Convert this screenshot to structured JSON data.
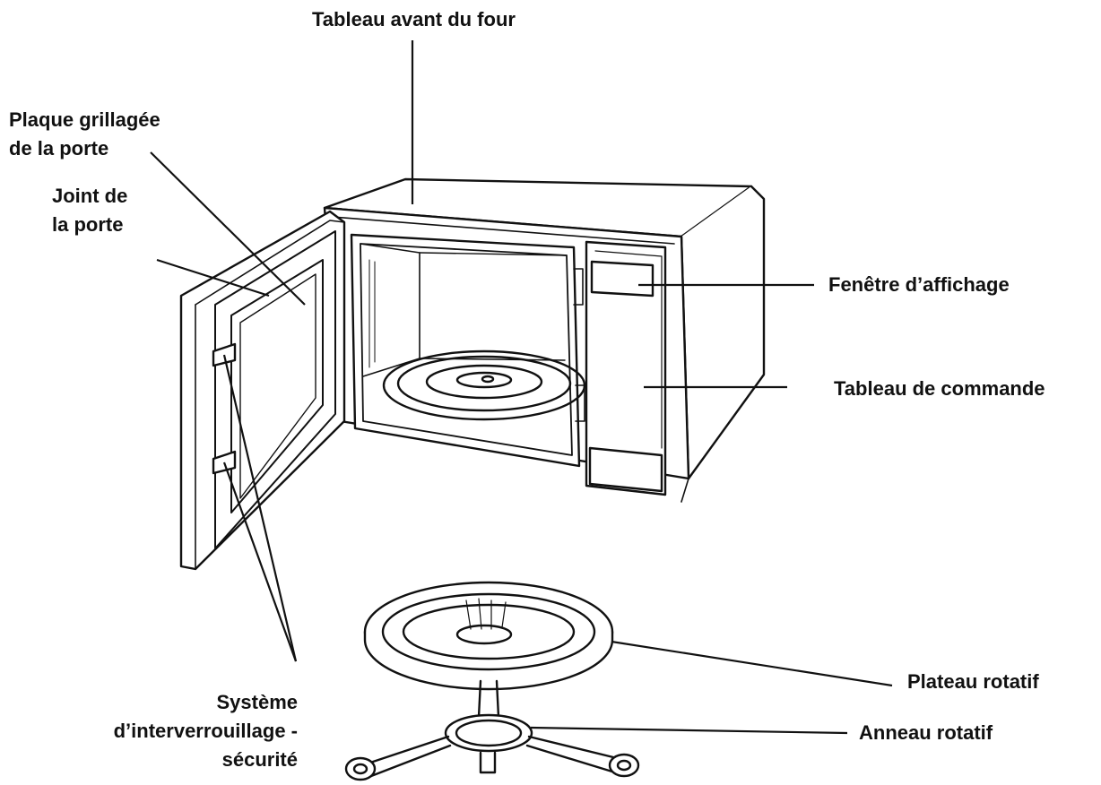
{
  "labels": {
    "front_panel": "Tableau avant du four",
    "door_screen": [
      "Plaque grillagée",
      "de la porte"
    ],
    "door_seal": [
      "Joint de",
      "la porte"
    ],
    "display_window": "Fenêtre d’affichage",
    "control_panel": "Tableau de commande",
    "turntable": "Plateau rotatif",
    "roller_ring": "Anneau rotatif",
    "interlock": [
      "Système",
      "d’interverrouillage -",
      "sécurité"
    ]
  },
  "colors": {
    "ink": "#111111",
    "background": "#ffffff"
  }
}
